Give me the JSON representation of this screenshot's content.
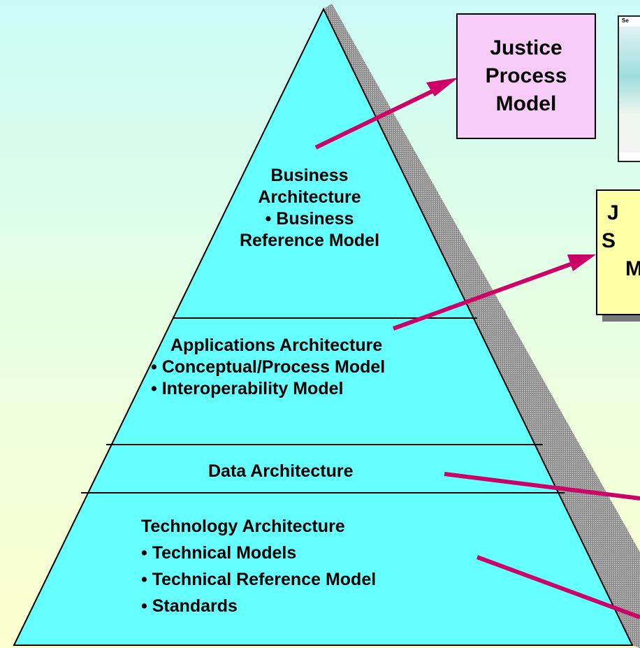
{
  "pyramid": {
    "business": {
      "title_1": "Business",
      "title_2": "Architecture",
      "bullet_1": "• Business",
      "bullet_1b": "Reference Model"
    },
    "applications": {
      "title": "Applications Architecture",
      "bullet_1": "• Conceptual/Process Model",
      "bullet_2": "• Interoperability Model"
    },
    "data": {
      "title": "Data Architecture"
    },
    "technology": {
      "title": "Technology Architecture",
      "bullet_1": "• Technical Models",
      "bullet_2": "• Technical Reference Model",
      "bullet_3": "• Standards"
    }
  },
  "callouts": {
    "justice_process_model": {
      "line_1": "Justice",
      "line_2": "Process",
      "line_3": "Model"
    },
    "thumbnail": {
      "caption": "Se"
    },
    "partial_box": {
      "line_1": "J",
      "line_2": "S",
      "line_3": "M"
    }
  },
  "colors": {
    "pyramid_fill": "#66ffff",
    "pyramid_shadow": "#9a9a9a",
    "arrow": "#cc0066",
    "justice_box": "#f8ccf8",
    "yellow_box": "#ffffa6"
  }
}
